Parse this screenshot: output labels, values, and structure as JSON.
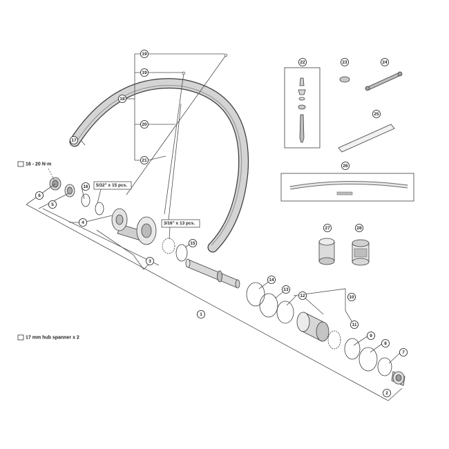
{
  "callouts": [
    {
      "id": "c1",
      "label": "1"
    },
    {
      "id": "c2",
      "label": "2"
    },
    {
      "id": "c3",
      "label": "3"
    },
    {
      "id": "c4",
      "label": "4"
    },
    {
      "id": "c5",
      "label": "5"
    },
    {
      "id": "c6",
      "label": "6"
    },
    {
      "id": "c7",
      "label": "7"
    },
    {
      "id": "c8",
      "label": "8"
    },
    {
      "id": "c9",
      "label": "9"
    },
    {
      "id": "c10",
      "label": "10"
    },
    {
      "id": "c11",
      "label": "11"
    },
    {
      "id": "c12",
      "label": "12"
    },
    {
      "id": "c13",
      "label": "13"
    },
    {
      "id": "c14",
      "label": "14"
    },
    {
      "id": "c15",
      "label": "15"
    },
    {
      "id": "c16",
      "label": "16"
    },
    {
      "id": "c17",
      "label": "17"
    },
    {
      "id": "c18",
      "label": "18"
    },
    {
      "id": "c19a",
      "label": "19"
    },
    {
      "id": "c19b",
      "label": "19"
    },
    {
      "id": "c20",
      "label": "20"
    },
    {
      "id": "c21",
      "label": "21"
    },
    {
      "id": "c22",
      "label": "22"
    },
    {
      "id": "c23",
      "label": "23"
    },
    {
      "id": "c24",
      "label": "24"
    },
    {
      "id": "c25",
      "label": "25"
    },
    {
      "id": "c26",
      "label": "26"
    },
    {
      "id": "c27",
      "label": "27"
    },
    {
      "id": "c28",
      "label": "28"
    }
  ],
  "part_labels": {
    "ball_small": "5/32\" x 15 pcs.",
    "ball_large": "3/16\" x 13 pcs."
  },
  "notes": {
    "torque": "16 - 20 N·m",
    "spanner": "17 mm hub spanner x 2"
  }
}
